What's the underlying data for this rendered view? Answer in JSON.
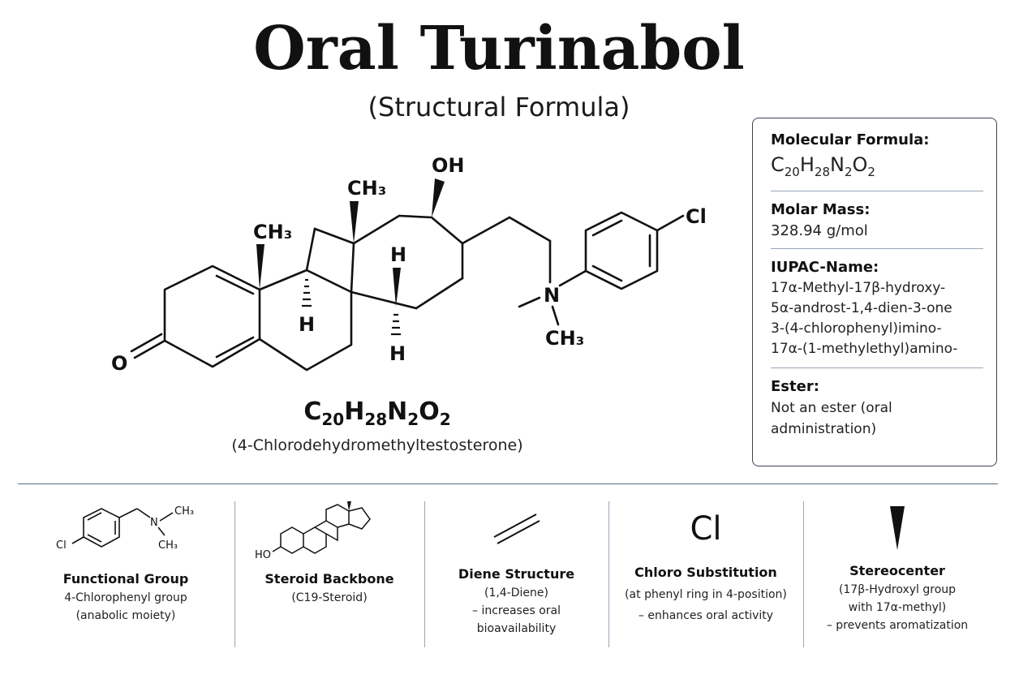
{
  "header": {
    "title": "Oral Turinabol",
    "subtitle": "(Structural Formula)"
  },
  "molecule": {
    "labels": {
      "oxygen": "O",
      "ch3_left": "CH₃",
      "ch3_top": "CH₃",
      "oh": "OH",
      "h_left": "H",
      "h_mid_top": "H",
      "h_mid_bottom": "H",
      "nitrogen": "N",
      "n_methyl": "CH₃",
      "chlorine": "Cl"
    },
    "formula": {
      "c": "C",
      "c_n": "20",
      "h": "H",
      "h_n": "28",
      "n": "N",
      "n_n": "2",
      "o": "O",
      "o_n": "2"
    },
    "synonym": "(4-Chlorodehydromethyltestosterone)"
  },
  "info": {
    "molecular_formula_label": "Molecular Formula:",
    "molecular_formula": {
      "c": "C",
      "c_n": "20",
      "h": "H",
      "h_n": "28",
      "n": "N",
      "n_n": "2",
      "o": "O",
      "o_n": "2"
    },
    "molar_mass_label": "Molar Mass:",
    "molar_mass": "328.94 g/mol",
    "iupac_label": "IUPAC-Name:",
    "iupac_lines": [
      "17α-Methyl-17β-hydroxy-",
      "5α-androst-1,4-dien-3-one",
      "3-(4-chlorophenyl)imino-",
      "17α-(1-methylethyl)amino-"
    ],
    "ester_label": "Ester:",
    "ester_value": "Not an ester (oral administration)"
  },
  "panels": [
    {
      "title": "Functional Group",
      "lines": [
        "4-Chlorophenyl group",
        "(anabolic moiety)"
      ],
      "icon_labels": {
        "cl": "Cl",
        "n": "N",
        "ch3_a": "CH₃",
        "ch3_b": "CH₃"
      }
    },
    {
      "title": "Steroid Backbone",
      "lines": [
        "(C19-Steroid)"
      ],
      "icon_labels": {
        "ho": "HO"
      }
    },
    {
      "title": "Diene Structure",
      "lines": [
        "(1,4-Diene)",
        "– increases oral",
        "bioavailability"
      ]
    },
    {
      "title": "Chloro Substitution",
      "symbol": "Cl",
      "lines": [
        "(at phenyl ring in 4-position)",
        "– enhances oral activity"
      ]
    },
    {
      "title": "Stereocenter",
      "lines": [
        "(17β-Hydroxyl group",
        "with 17α-methyl)",
        "– prevents aromatization"
      ]
    }
  ]
}
